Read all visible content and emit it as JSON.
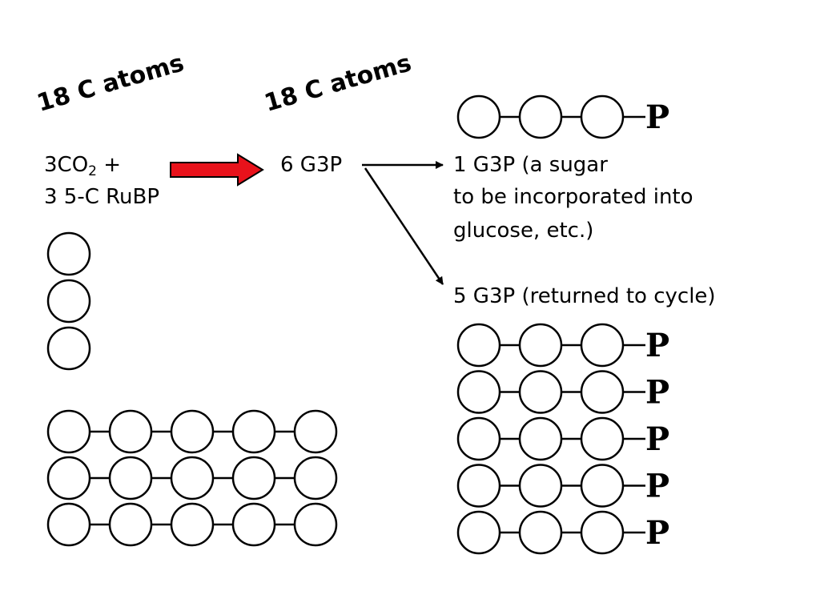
{
  "headings": {
    "left": "18 C atoms",
    "middle": "18 C atoms"
  },
  "reactants": {
    "co2_coef": "3CO",
    "co2_sub": "2",
    "plus": " +",
    "rubp": "3 5-C RuBP"
  },
  "product": "6 G3P",
  "sugar_output": {
    "line1": "1 G3P (a sugar",
    "line2": "to be incorporated into",
    "line3": "glucose, etc.)"
  },
  "recycle_output": "5 G3P (returned to cycle)",
  "phosphate_label": "P",
  "molecules": {
    "co2_carbons": 3,
    "rubp_molecules": 3,
    "rubp_carbons_each": 5,
    "g3p_sugar_count": 1,
    "g3p_recycled_count": 5,
    "g3p_carbons_each": 3
  },
  "colors": {
    "reaction_arrow": "#e8121b",
    "line": "#000000"
  }
}
